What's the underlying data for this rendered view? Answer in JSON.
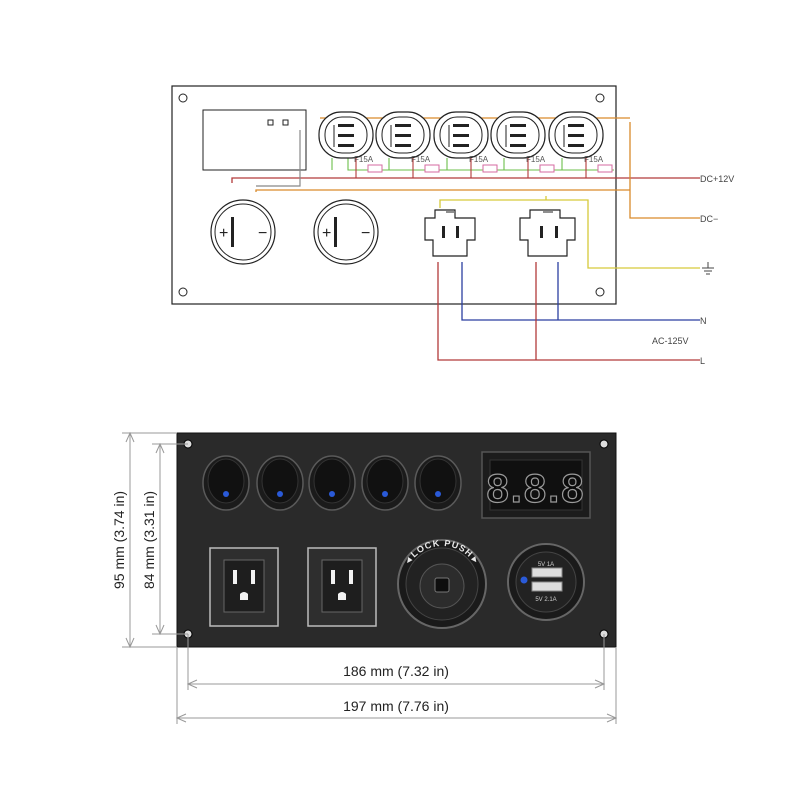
{
  "wiring": {
    "fuse_labels": [
      "F15A",
      "F15A",
      "F15A",
      "F15A",
      "F15A"
    ],
    "outlet_symbols": {
      "plus": "+",
      "minus": "−"
    },
    "rails": {
      "dc_plus": "DC+12V",
      "dc_minus": "DC−",
      "neutral": "N",
      "ac": "AC-125V",
      "line": "L"
    }
  },
  "panel": {
    "voltmeter_reading": "8.8.8",
    "lighter_text": "◄LOCK PUSH►",
    "usb_labels": {
      "top": "5V 1A",
      "bottom": "5V 2.1A"
    }
  },
  "dimensions": {
    "outer_height": "95 mm (3.74 in)",
    "inner_height": "84 mm (3.31 in)",
    "inner_width": "186 mm (7.32 in)",
    "outer_width": "197 mm (7.76 in)"
  },
  "colors": {
    "wire_red": "#b23a3a",
    "wire_orange": "#d98a2b",
    "wire_yellow": "#d6c93a",
    "wire_green": "#6bbf4a",
    "wire_blue": "#2b3fa0",
    "wire_gray": "#888888",
    "wire_pink": "#d66aa0",
    "panel_dark": "#2a2a2a",
    "led_blue": "#2a5ad8"
  }
}
